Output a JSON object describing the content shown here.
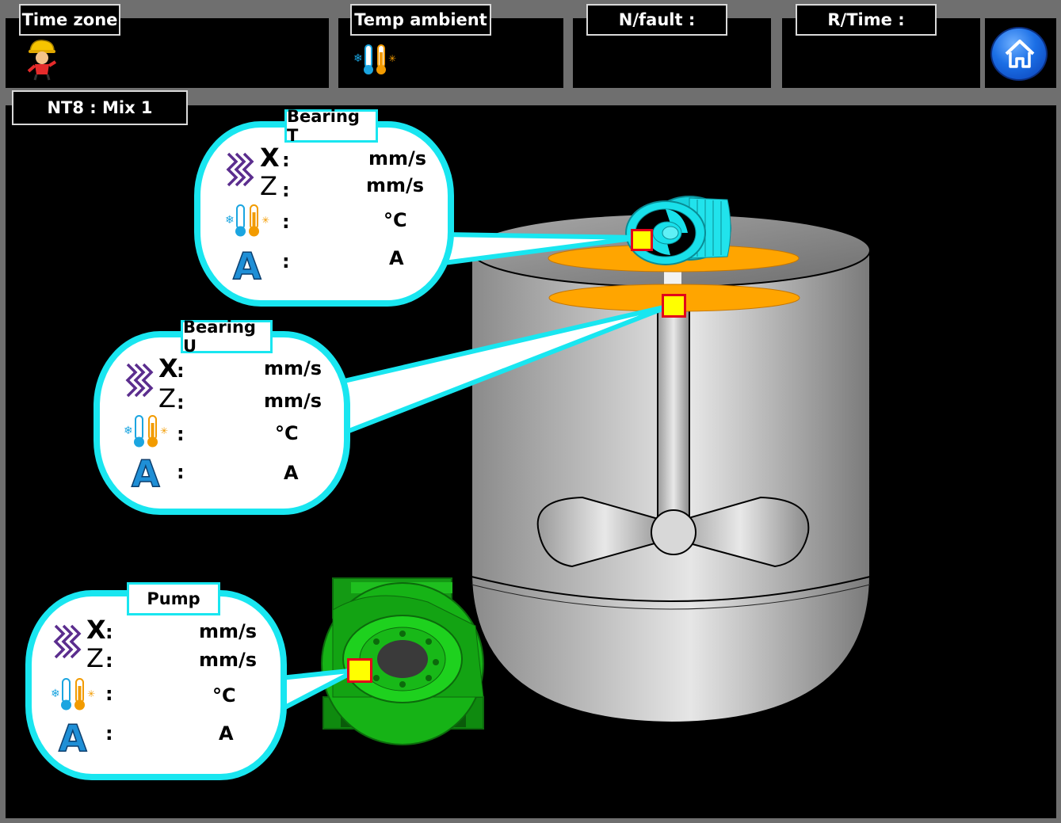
{
  "header": {
    "time_zone": {
      "label": "Time zone",
      "icon": "worker-icon"
    },
    "temp_ambient": {
      "label": "Temp ambient",
      "icon": "thermometer-icon"
    },
    "n_fault": {
      "label": "N/fault :"
    },
    "r_time": {
      "label": "R/Time :"
    },
    "home": {
      "icon": "home-icon"
    }
  },
  "view": {
    "title": "NT8 : Mix 1"
  },
  "callouts": [
    {
      "name": "Bearing T",
      "x_label": "X",
      "z_label": "Z",
      "x_unit": "mm/s",
      "z_unit": "mm/s",
      "temp_unit": "°C",
      "amp_unit": "A",
      "colon": ":"
    },
    {
      "name": "Bearing U",
      "x_label": "X",
      "z_label": "Z",
      "x_unit": "mm/s",
      "z_unit": "mm/s",
      "temp_unit": "°C",
      "amp_unit": "A",
      "colon": ":"
    },
    {
      "name": "Pump",
      "x_label": "X",
      "z_label": "Z",
      "x_unit": "mm/s",
      "z_unit": "mm/s",
      "temp_unit": "°C",
      "amp_unit": "A",
      "colon": ":"
    }
  ],
  "colors": {
    "callout_border": "#19e6f0",
    "marker_fill": "#ffff00",
    "marker_border": "#e3001b",
    "bearing_disc": "#ffa500",
    "pump_green": "#16b316",
    "vibration_icon": "#5b2d8e",
    "amp_icon": "#1f8fd6"
  }
}
